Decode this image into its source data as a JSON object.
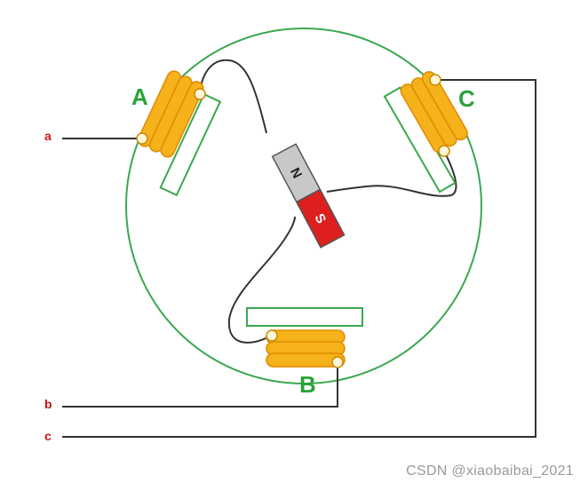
{
  "coils": [
    {
      "id": "A",
      "label": "A"
    },
    {
      "id": "B",
      "label": "B"
    },
    {
      "id": "C",
      "label": "C"
    }
  ],
  "terminals": [
    {
      "id": "a",
      "label": "a"
    },
    {
      "id": "b",
      "label": "b"
    },
    {
      "id": "c",
      "label": "c"
    }
  ],
  "magnet": {
    "north_label": "N",
    "south_label": "S"
  },
  "watermark": "CSDN @xiaobaibai_2021",
  "colors": {
    "stator_circle": "#3aa84f",
    "coil_label": "#2aa33a",
    "terminal_label": "#cc1111",
    "coil_fill": "#f5b21a",
    "coil_edge": "#e08a00",
    "core_stroke": "#3aa84f",
    "wire": "#333333",
    "magnet_north": "#c8c8c8",
    "magnet_south": "#dd1f1f"
  }
}
